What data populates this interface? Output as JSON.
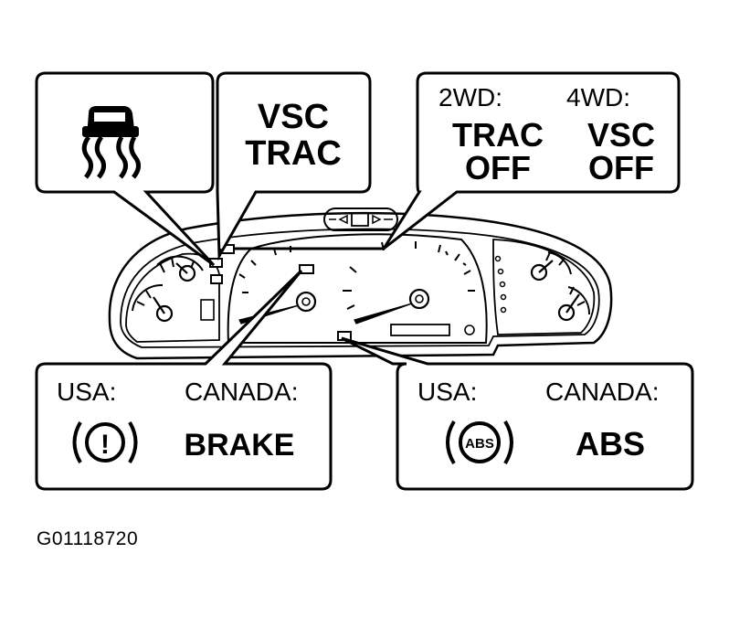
{
  "boxes": {
    "slip": {
      "icon": "skid-car-icon"
    },
    "vsc_trac": {
      "line1": "VSC",
      "line2": "TRAC"
    },
    "trac_vsc_off": {
      "left_head": "2WD:",
      "left_line1": "TRAC",
      "left_line2": "OFF",
      "right_head": "4WD:",
      "right_line1": "VSC",
      "right_line2": "OFF"
    },
    "brake": {
      "usa_label": "USA:",
      "canada_label": "CANADA:",
      "usa_symbol": "!",
      "canada_text": "BRAKE"
    },
    "abs": {
      "usa_label": "USA:",
      "canada_label": "CANADA:",
      "usa_symbol": "ABS",
      "canada_text": "ABS"
    }
  },
  "figure_code": "G01118720",
  "colors": {
    "ink": "#000000",
    "paper": "#ffffff"
  }
}
